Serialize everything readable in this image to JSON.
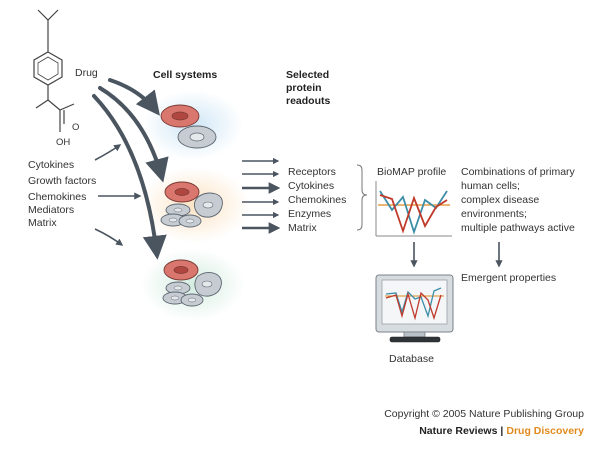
{
  "drug_label": "Drug",
  "chem": {
    "acid_oxygen": "O",
    "hydroxyl": "OH"
  },
  "stimuli": [
    "Cytokines",
    "Growth factors",
    "Chemokines",
    "Mediators",
    "Matrix"
  ],
  "cell_systems_header": "Cell systems",
  "readouts_header": [
    "Selected",
    "protein",
    "readouts"
  ],
  "readouts": [
    "Receptors",
    "Cytokines",
    "Chemokines",
    "Enzymes",
    "Matrix"
  ],
  "biomap_label": "BioMAP profile",
  "description": [
    "Combinations of primary",
    "human cells;",
    "complex disease",
    "environments;",
    "multiple pathways active"
  ],
  "emergent_label": "Emergent properties",
  "database_label": "Database",
  "copyright": "Copyright © 2005 Nature Publishing Group",
  "brand": {
    "journal": "Nature Reviews",
    "separator": "|",
    "section": "Drug Discovery"
  },
  "colors": {
    "arrow": "#4a5560",
    "cell_red": "#d9766e",
    "cell_grey": "#c6ccd2",
    "glow_blue": "#cfe6f6",
    "glow_orange": "#fbe3c4",
    "glow_green": "#d3ece0",
    "profile_red": "#c0392b",
    "profile_teal": "#3d8ea8",
    "accent_orange": "#e08a1e"
  }
}
